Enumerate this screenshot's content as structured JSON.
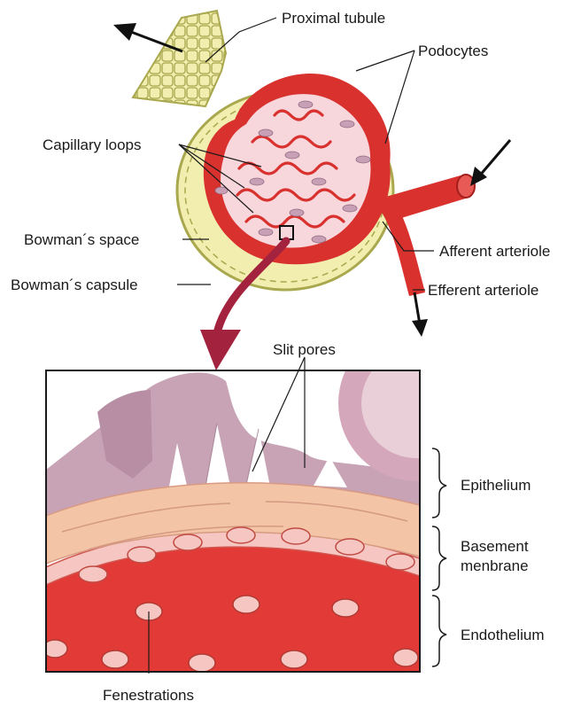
{
  "labels": {
    "proximal_tubule": "Proximal tubule",
    "podocytes": "Podocytes",
    "capillary_loops": "Capillary loops",
    "bowmans_space": "Bowman´s space",
    "bowmans_capsule": "Bowman´s capsule",
    "afferent_arteriole": "Afferent arteriole",
    "efferent_arteriole": "Efferent arteriole",
    "slit_pores": "Slit pores",
    "epithelium": "Epithelium",
    "basement_membrane_line1": "Basement",
    "basement_membrane_line2": "menbrane",
    "endothelium": "Endothelium",
    "fenestrations": "Fenestrations"
  },
  "colors": {
    "capsule_fill": "#f1eeb0",
    "capsule_outline": "#a9a84e",
    "blood_red": "#d8312e",
    "podocyte_pink": "#c8a0b5",
    "basement": "#f3c4a6",
    "zoom_arrow": "#a3223e"
  }
}
